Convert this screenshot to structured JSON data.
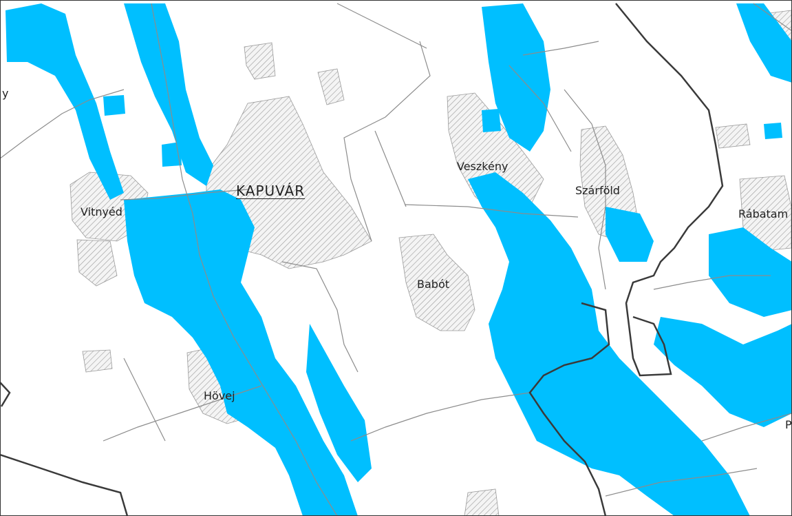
{
  "map": {
    "colors": {
      "background": "#ffffff",
      "water": "#00bfff",
      "settlement_hatch": "#9a9a9a",
      "road_line": "#8c8c8c",
      "border_line": "#3a3a3a",
      "label_text": "#222222"
    },
    "labels": {
      "kapuvar": "KAPUVÁR",
      "vitnyed": "Vitnyéd",
      "hovej": "Hövej",
      "babot": "Babót",
      "veszkeny": "Veszkény",
      "szarfold": "Szárföld",
      "rabatam": "Rábatam",
      "edge_left": "y",
      "edge_right": "P"
    }
  }
}
